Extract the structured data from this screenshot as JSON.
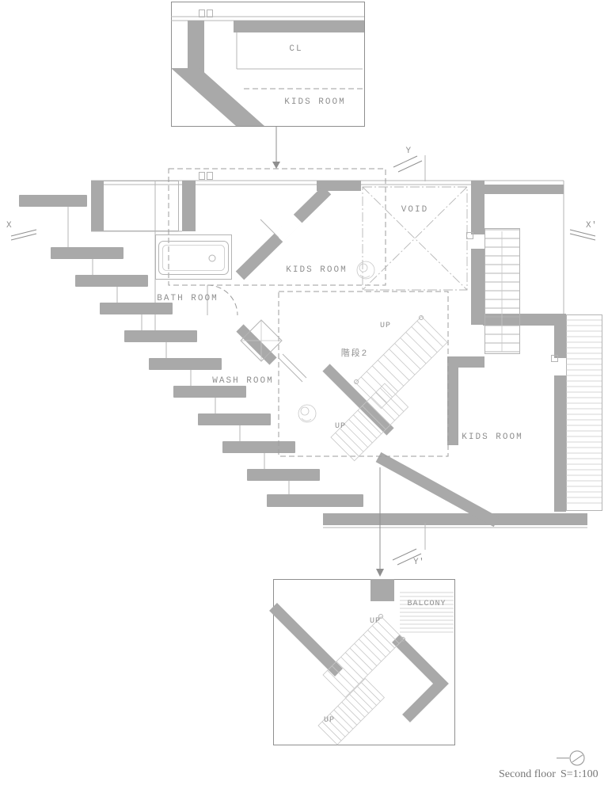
{
  "colors": {
    "bg": "#ffffff",
    "wall": "#a9a9a9",
    "line-thin": "#b4b4b4",
    "line-faint": "#c7c7c7",
    "ink": "#8f8f8f",
    "text": "#8f8f8f"
  },
  "top_detail": {
    "closet_label": "CL",
    "room_label": "KIDS ROOM"
  },
  "plan": {
    "kids_room_center": "KIDS ROOM",
    "kids_room_right": "KIDS ROOM",
    "void": "VOID",
    "bath_room": "BATH ROOM",
    "wash_room": "WASH ROOM",
    "stair_name": "階段2",
    "up_upper": "UP",
    "up_lower": "UP"
  },
  "section_markers": {
    "x_left": "X",
    "x_right": "X'",
    "y_top": "Y",
    "y_bottom": "Y'"
  },
  "bottom_detail": {
    "balcony_label": "BALCONY",
    "up_upper": "UP",
    "up_lower": "UP"
  },
  "title_block": {
    "floor_label": "Second floor",
    "scale_label": "S=1:100"
  }
}
